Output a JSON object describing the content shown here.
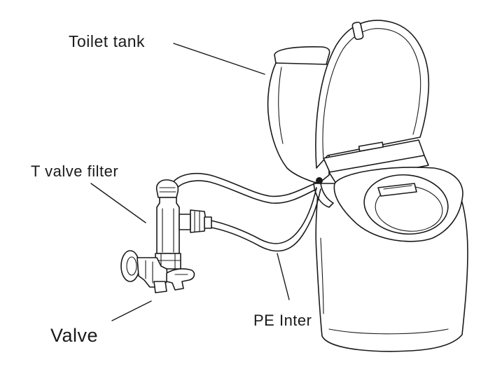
{
  "labels": {
    "toilet_tank": "Toilet tank",
    "t_valve_filter": "T valve filter",
    "valve": "Valve",
    "pe_inter": "PE Inter"
  },
  "colors": {
    "ink": "#1a1a1a",
    "background": "#ffffff"
  }
}
